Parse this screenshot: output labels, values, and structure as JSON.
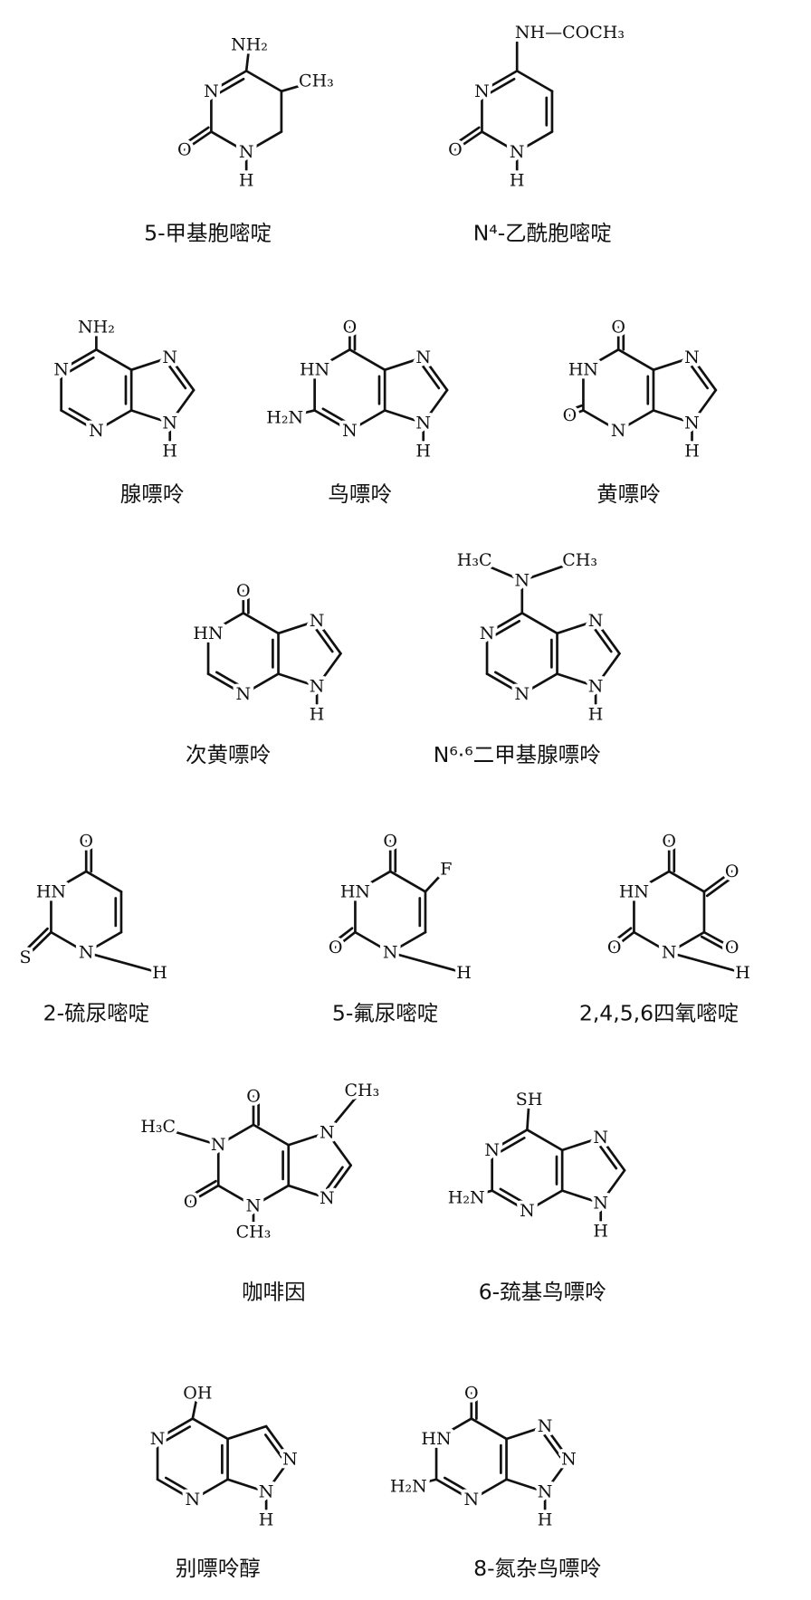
{
  "molecules": [
    {
      "caption": "5-甲基胞嘧啶",
      "atoms": [
        "NH₂",
        "CH₃",
        "N",
        "O",
        "N",
        "H"
      ]
    },
    {
      "caption": "N⁴-乙酰胞嘧啶",
      "atoms": [
        "NH—COCH₃",
        "N",
        "O",
        "N",
        "H"
      ]
    },
    {
      "caption": "腺嘌呤",
      "atoms": [
        "NH₂",
        "N",
        "N",
        "N",
        "N",
        "H"
      ]
    },
    {
      "caption": "鸟嘌呤",
      "atoms": [
        "O",
        "HN",
        "H₂N",
        "N",
        "N",
        "N",
        "H"
      ]
    },
    {
      "caption": "黄嘌呤",
      "atoms": [
        "O",
        "HN",
        "O",
        "N",
        "N",
        "N",
        "H"
      ]
    },
    {
      "caption": "次黄嘌呤",
      "atoms": [
        "O",
        "HN",
        "N",
        "N",
        "N",
        "H"
      ]
    },
    {
      "caption": "N⁶·⁶二甲基腺嘌呤",
      "atoms": [
        "N",
        "H₃C",
        "CH₃",
        "N",
        "N",
        "N",
        "N",
        "H"
      ]
    },
    {
      "caption": "2-硫尿嘧啶",
      "atoms": [
        "O",
        "HN",
        "S",
        "N",
        "H"
      ]
    },
    {
      "caption": "5-氟尿嘧啶",
      "atoms": [
        "O",
        "HN",
        "F",
        "O",
        "N",
        "H"
      ]
    },
    {
      "caption": "2,4,5,6四氧嘧啶",
      "atoms": [
        "O",
        "HN",
        "O",
        "O",
        "O",
        "N",
        "H"
      ]
    },
    {
      "caption": "咖啡因",
      "atoms": [
        "O",
        "H₃C",
        "N",
        "O",
        "N",
        "CH₃",
        "N",
        "CH₃",
        "N"
      ]
    },
    {
      "caption": "6-巯基鸟嘌呤",
      "atoms": [
        "SH",
        "N",
        "H₂N",
        "N",
        "N",
        "N",
        "H"
      ]
    },
    {
      "caption": "别嘌呤醇",
      "atoms": [
        "OH",
        "N",
        "N",
        "N",
        "N",
        "H"
      ]
    },
    {
      "caption": "8-氮杂鸟嘌呤",
      "atoms": [
        "O",
        "HN",
        "H₂N",
        "N",
        "N",
        "N",
        "N",
        "H"
      ]
    }
  ]
}
